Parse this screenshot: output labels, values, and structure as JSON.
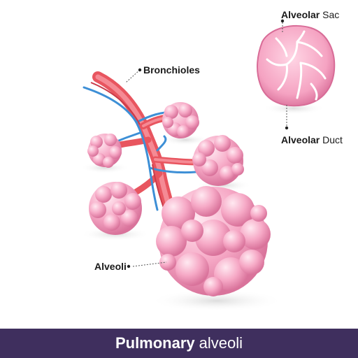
{
  "labels": {
    "bronchioles": "Bronchioles",
    "alveoli": "Alveoli",
    "alveolar_sac_bold": "Alveolar",
    "alveolar_sac_light": "Sac",
    "alveolar_duct_bold": "Alveolar",
    "alveolar_duct_light": "Duct"
  },
  "footer": {
    "title_bold": "Pulmonary",
    "title_light": "alveoli",
    "background": "#3f2f5e"
  },
  "colors": {
    "alveoli_pink": "#f4a6c3",
    "alveoli_dark": "#e07fa5",
    "artery_red": "#e8555f",
    "vein_blue": "#3d8fd6"
  }
}
